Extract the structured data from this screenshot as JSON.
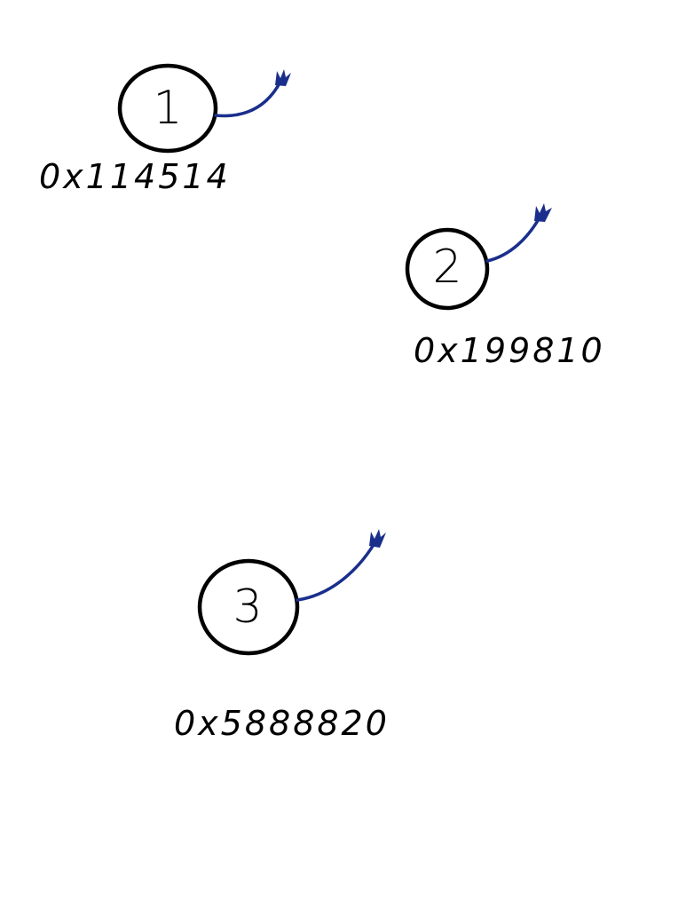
{
  "nodes": [
    {
      "number": "1",
      "address": "0x114514"
    },
    {
      "number": "2",
      "address": "0x199810"
    },
    {
      "number": "3",
      "address": "0x5888820"
    }
  ],
  "colors": {
    "stroke": "#000000",
    "pointer": "#1a2f8c",
    "background": "#ffffff"
  }
}
